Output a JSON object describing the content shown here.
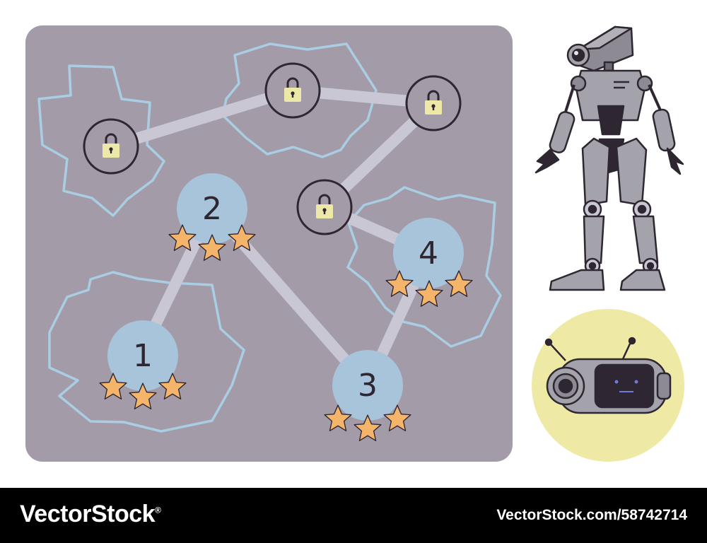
{
  "level_map": {
    "levels": [
      {
        "number": "1",
        "stars": 3,
        "state": "unlocked"
      },
      {
        "number": "2",
        "stars": 3,
        "state": "unlocked"
      },
      {
        "number": "3",
        "stars": 3,
        "state": "unlocked"
      },
      {
        "number": "4",
        "stars": 3,
        "state": "unlocked"
      }
    ],
    "locked_levels": 4
  },
  "colors": {
    "board": "#a39ba8",
    "region_outline": "#a9cde3",
    "path": "#c9c7d3",
    "level_node": "#a7c4db",
    "star": "#f4b46a",
    "lock_body": "#eee8a8",
    "ring": "#2e2630",
    "companion_backdrop": "#eeeaa6"
  },
  "icons": {
    "locked_node": "padlock-icon",
    "level_reward": "star-icon",
    "character": "robot-icon",
    "companion": "robot-capsule-icon"
  },
  "footer": {
    "brand": "VectorStock",
    "brand_mark": "®",
    "image_id": "VectorStock.com/58742714"
  }
}
